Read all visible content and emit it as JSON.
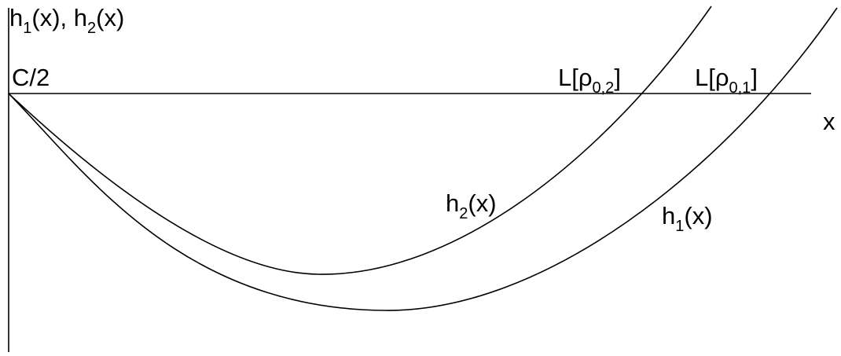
{
  "chart_data": {
    "type": "line",
    "title": "",
    "ylabel": {
      "base1": "h",
      "sub1": "1",
      "mid": "(x), h",
      "sub2": "2",
      "tail": "(x)"
    },
    "xlabel": "x",
    "origin_label": "C/2",
    "root_labels": [
      {
        "base": "L[ρ",
        "sub": "0,2",
        "tail": "]"
      },
      {
        "base": "L[ρ",
        "sub": "0,1",
        "tail": "]"
      }
    ],
    "series": [
      {
        "label_base": "h",
        "label_sub": "2",
        "label_tail": "(x)",
        "color": "#000000"
      },
      {
        "label_base": "h",
        "label_sub": "1",
        "label_tail": "(x)",
        "color": "#000000"
      }
    ]
  }
}
